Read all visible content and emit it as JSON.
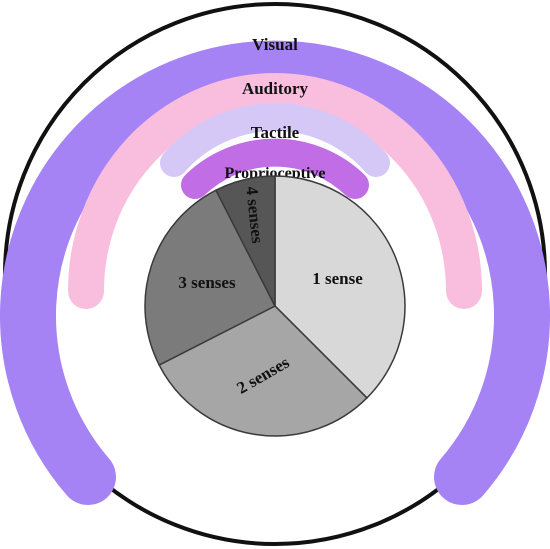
{
  "rings": [
    {
      "label": "Visual",
      "color": "#a583f5"
    },
    {
      "label": "Auditory",
      "color": "#f9bedd"
    },
    {
      "label": "Tactile",
      "color": "#d6c8f6"
    },
    {
      "label": "Proprioceptive",
      "color": "#c06de6"
    }
  ],
  "chart_data": {
    "type": "pie",
    "categories": [
      "1 sense",
      "2 senses",
      "3 senses",
      "4 senses"
    ],
    "values": [
      37.5,
      30,
      25,
      7.5
    ],
    "colors": [
      "#d8d8d8",
      "#a6a6a6",
      "#7b7b7b",
      "#565656"
    ]
  }
}
